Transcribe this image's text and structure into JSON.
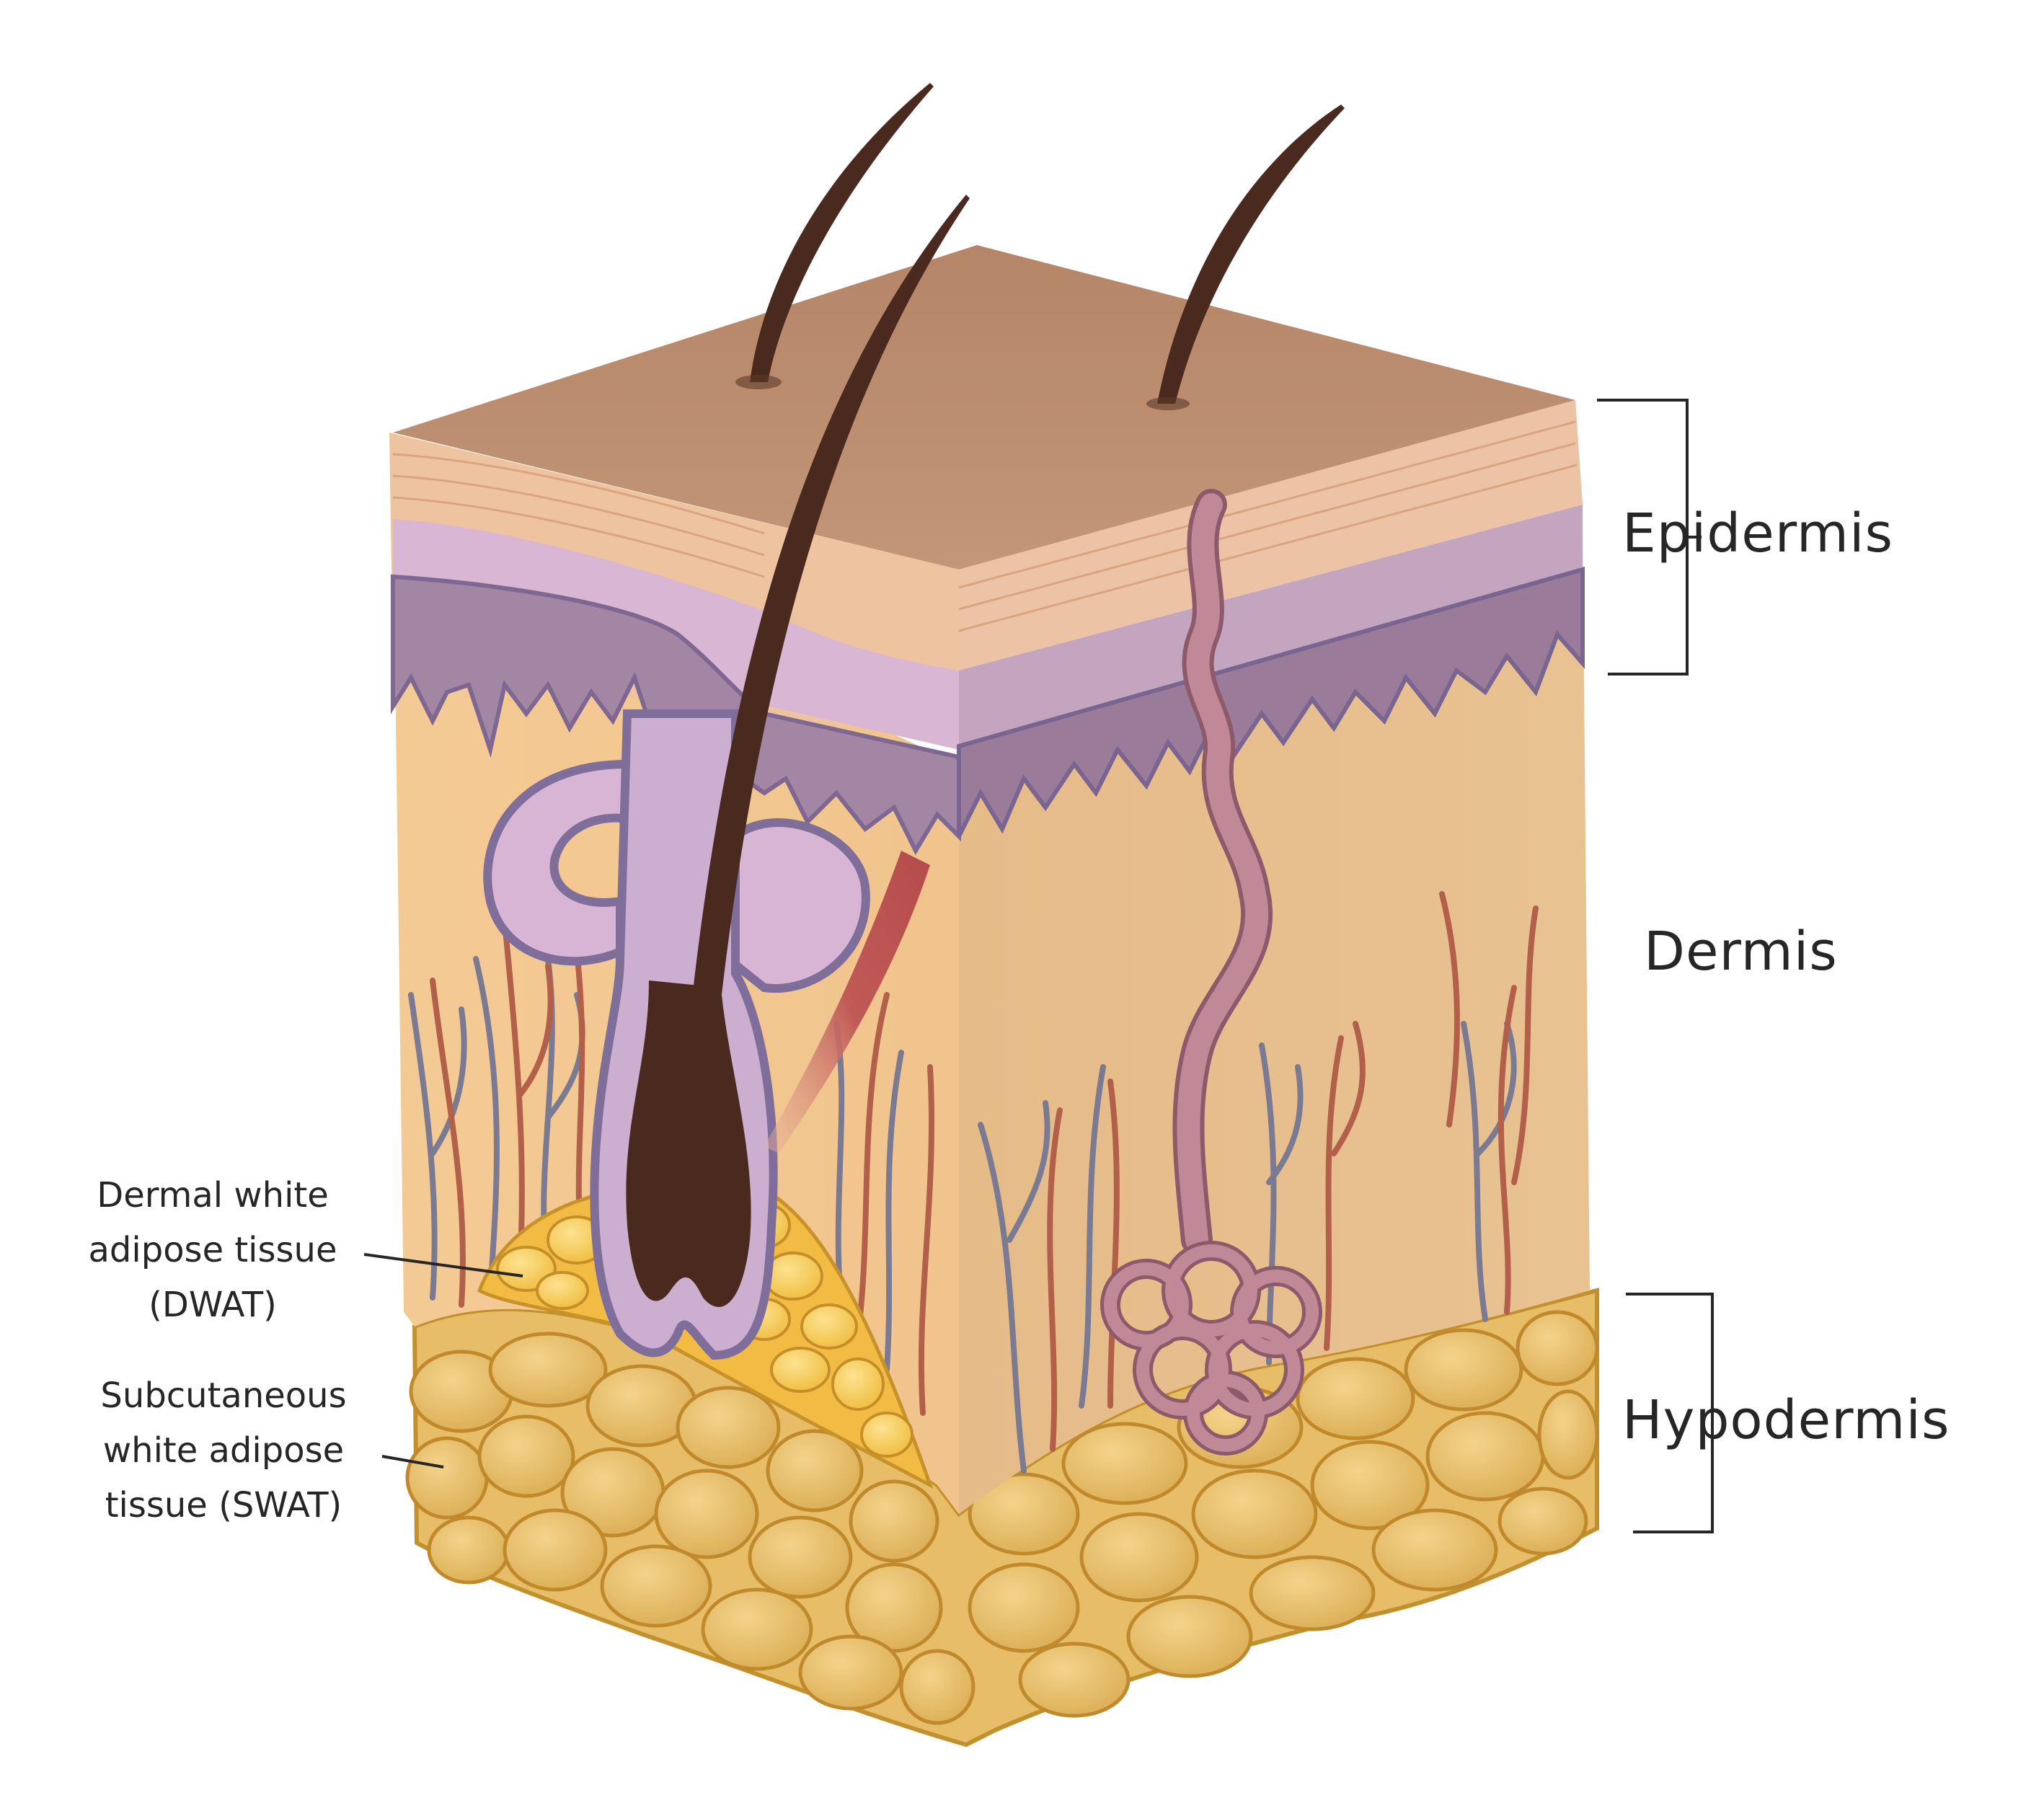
{
  "labels": {
    "epidermis": "Epidermis",
    "dermis": "Dermis",
    "hypodermis": "Hypodermis",
    "dwat": [
      "Dermal white",
      "adipose tissue",
      "(DWAT)"
    ],
    "swat": [
      "Subcutaneous",
      "white adipose",
      "tissue (SWAT)"
    ]
  },
  "colors": {
    "surface": "#b98b6b",
    "stratum_top": "#eec3a0",
    "stratum_light_purple": "#d9b6d3",
    "stratum_dark_purple": "#a488a6",
    "dermis": "#f3c892",
    "dermis_side": "#e6bd8a",
    "fat": "#e8bf6a",
    "fat_outline": "#c8962e",
    "hair": "#4a2a1e",
    "vein": "#7c7d93",
    "artery": "#b4614c",
    "sweat_gland": "#b77d8c",
    "muscle": "#b9514d",
    "text": "#262626"
  },
  "icons": {
    "hair": "hair-strand-icon",
    "follicle": "hair-follicle-icon",
    "sebaceous": "sebaceous-gland-icon",
    "sweat": "sweat-gland-icon"
  }
}
